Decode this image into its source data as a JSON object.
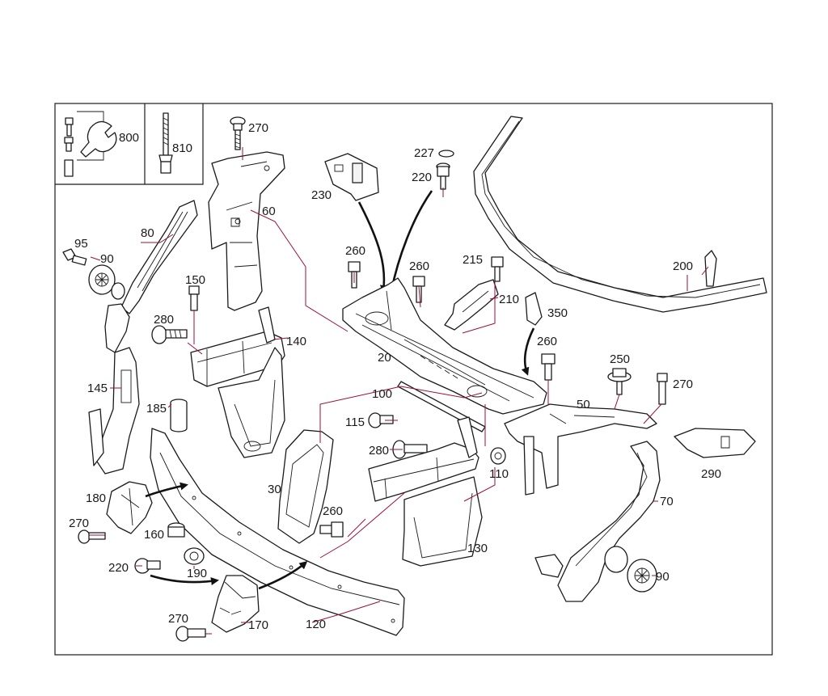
{
  "callouts": {
    "c800": "800",
    "c810": "810",
    "c270a": "270",
    "c60": "60",
    "c80": "80",
    "c95": "95",
    "c90a": "90",
    "c150": "150",
    "c280a": "280",
    "c140": "140",
    "c145": "145",
    "c185": "185",
    "c230": "230",
    "c227": "227",
    "c220a": "220",
    "c260a": "260",
    "c260b": "260",
    "c215": "215",
    "c210": "210",
    "c350": "350",
    "c200": "200",
    "c20": "20",
    "c260c": "260",
    "c250": "250",
    "c270b": "270",
    "c100": "100",
    "c50": "50",
    "c115": "115",
    "c280b": "280",
    "c110": "110",
    "c290": "290",
    "c30": "30",
    "c260d": "260",
    "c180": "180",
    "c270c": "270",
    "c160": "160",
    "c220b": "220",
    "c190": "190",
    "c130": "130",
    "c70": "70",
    "c90b": "90",
    "c270d": "270",
    "c170": "170",
    "c120": "120"
  }
}
